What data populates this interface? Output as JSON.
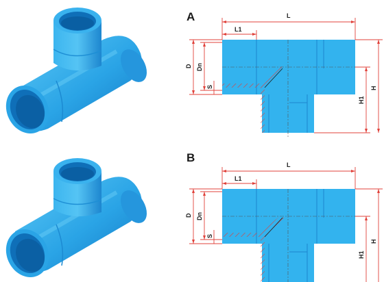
{
  "figures": [
    {
      "id": "a",
      "letter": "A",
      "labels": {
        "L": "L",
        "L1": "L1",
        "D": "D",
        "Dn": "Dn",
        "S": "S",
        "H1": "H1",
        "H": "H"
      },
      "colors": {
        "body": "#33b3ee",
        "shade": "#1d8fcf",
        "dim": "#e0413a",
        "hatch": "#e0413a"
      }
    },
    {
      "id": "b",
      "letter": "B",
      "labels": {
        "L": "L",
        "L1": "L1",
        "D": "D",
        "Dn": "Dn",
        "S": "S",
        "H1": "H1",
        "H": "H"
      },
      "colors": {
        "body": "#33b3ee",
        "shade": "#1d8fcf",
        "dim": "#e0413a",
        "hatch": "#e0413a"
      }
    }
  ]
}
